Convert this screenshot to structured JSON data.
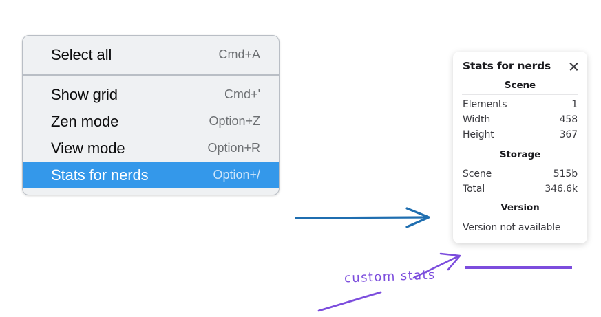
{
  "context_menu": {
    "sections": [
      {
        "items": [
          {
            "label": "Select all",
            "shortcut": "Cmd+A",
            "selected": false
          }
        ]
      },
      {
        "items": [
          {
            "label": "Show grid",
            "shortcut": "Cmd+'",
            "selected": false
          },
          {
            "label": "Zen mode",
            "shortcut": "Option+Z",
            "selected": false
          },
          {
            "label": "View mode",
            "shortcut": "Option+R",
            "selected": false
          },
          {
            "label": "Stats for nerds",
            "shortcut": "Option+/",
            "selected": true
          }
        ]
      }
    ],
    "highlight_color": "#3498ea"
  },
  "stats_panel": {
    "title": "Stats for nerds",
    "close_icon": "close-icon",
    "scene": {
      "heading": "Scene",
      "rows": [
        {
          "key": "Elements",
          "value": "1"
        },
        {
          "key": "Width",
          "value": "458"
        },
        {
          "key": "Height",
          "value": "367"
        }
      ]
    },
    "storage": {
      "heading": "Storage",
      "rows": [
        {
          "key": "Scene",
          "value": "515b"
        },
        {
          "key": "Total",
          "value": "346.6k"
        }
      ]
    },
    "version": {
      "heading": "Version",
      "text": "Version not available"
    },
    "highlight_box_color": "#7c4ddd"
  },
  "annotations": {
    "handwritten_label": "custom stats",
    "handwriting_color": "#7c4ddd",
    "flow_arrow_color": "#1f6eb0"
  }
}
